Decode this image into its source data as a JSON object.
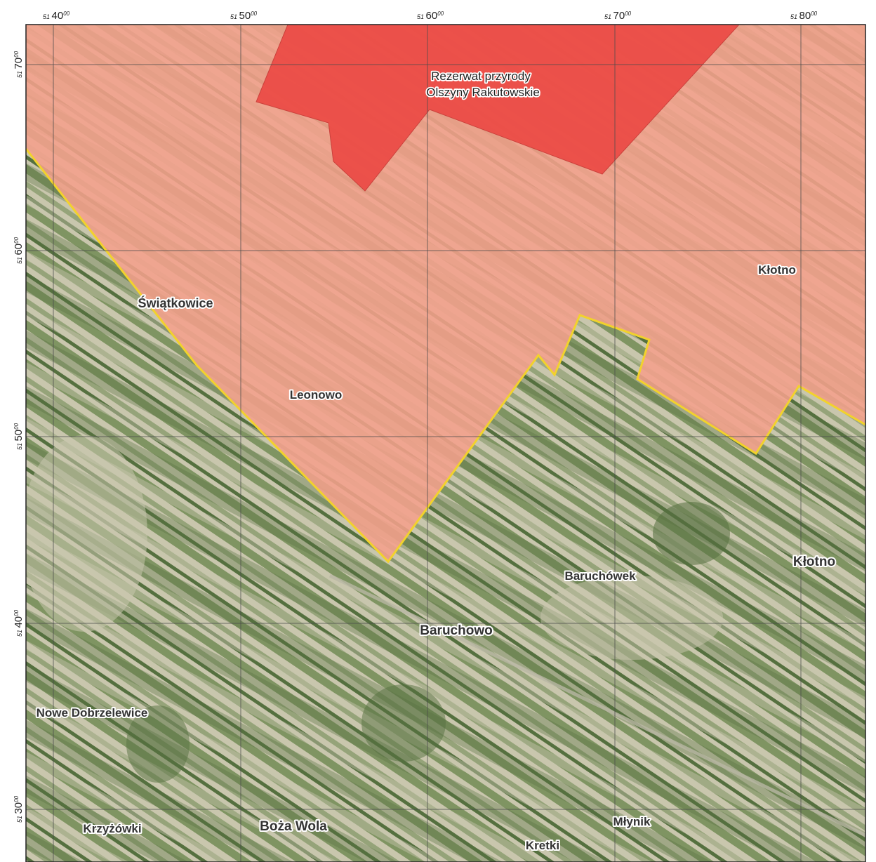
{
  "map": {
    "colors": {
      "paper": "#ffffff",
      "field_light": "#c9c6ad",
      "field_green": "#7f9462",
      "field_dark": "#55703f",
      "protected_area_fill": "#f4a08c",
      "reserve_fill": "#ec4a45",
      "boundary": "#f2d22c",
      "grid": "#4a4a4a"
    },
    "grid_labels": {
      "top": [
        {
          "major": "51",
          "minor": "40",
          "sup": "00"
        },
        {
          "major": "51",
          "minor": "50",
          "sup": "00"
        },
        {
          "major": "51",
          "minor": "60",
          "sup": "00"
        },
        {
          "major": "51",
          "minor": "70",
          "sup": "00"
        },
        {
          "major": "51",
          "minor": "80",
          "sup": "00"
        }
      ],
      "left": [
        {
          "major": "51",
          "minor": "70",
          "sup": "00"
        },
        {
          "major": "51",
          "minor": "60",
          "sup": "00"
        },
        {
          "major": "51",
          "minor": "50",
          "sup": "00"
        },
        {
          "major": "51",
          "minor": "40",
          "sup": "00"
        },
        {
          "major": "51",
          "minor": "30",
          "sup": "00"
        }
      ]
    },
    "reserve_label": {
      "line1": "Rezerwat przyrody",
      "line2": "Olszyny Rakutowskie"
    },
    "places": {
      "swiatkowice": "Świątkowice",
      "leonowo": "Leonowo",
      "klotno_north": "Kłotno",
      "klotno_east": "Kłotno",
      "baruchowek": "Baruchówek",
      "baruchowo": "Baruchowo",
      "nowe_dobrzelewice": "Nowe Dobrzelewice",
      "krzyzowki": "Krzyżówki",
      "boza_wola": "Boża Wola",
      "mlynik": "Młynik",
      "kretki": "Kretki"
    }
  }
}
